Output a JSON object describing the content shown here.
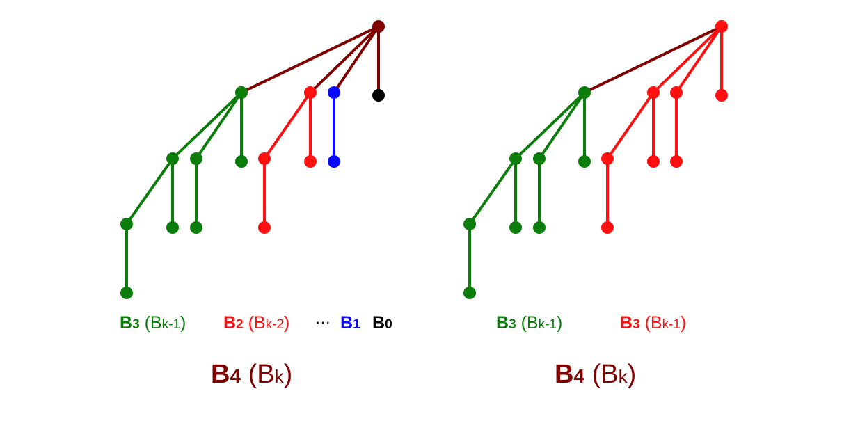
{
  "colors": {
    "root": "#800000",
    "b3": "#0a7d0a",
    "b2": "#ff1010",
    "b1": "#0a0aff",
    "b0": "#000000"
  },
  "left": {
    "labels": {
      "b3_main": "B",
      "b3_sub": "3",
      "b3_open": " (B",
      "b3_k": "k-1",
      "b3_close": ")",
      "b2_main": "B",
      "b2_sub": "2",
      "b2_open": " (B",
      "b2_k": "k-2",
      "b2_close": ")",
      "dots": "···",
      "b1_main": "B",
      "b1_sub": "1",
      "b0_main": "B",
      "b0_sub": "0"
    },
    "caption": {
      "main": "B",
      "sub": "4",
      "open": " (B",
      "k": "k",
      "close": ")"
    }
  },
  "right": {
    "labels": {
      "g_main": "B",
      "g_sub": "3",
      "g_open": " (B",
      "g_k": "k-1",
      "g_close": ")",
      "r_main": "B",
      "r_sub": "3",
      "r_open": " (B",
      "r_k": "k-1",
      "r_close": ")"
    },
    "caption": {
      "main": "B",
      "sub": "4",
      "open": " (B",
      "k": "k",
      "close": ")"
    }
  }
}
